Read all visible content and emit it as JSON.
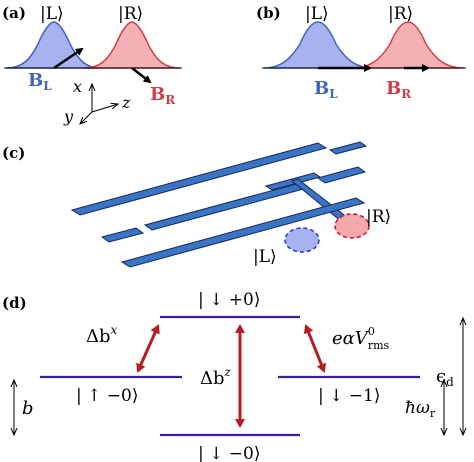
{
  "panels": {
    "a": {
      "label": "(a)",
      "ket_left": "|L⟩",
      "ket_right": "|R⟩",
      "b_left": "B",
      "b_left_sub": "L",
      "b_right": "B",
      "b_right_sub": "R",
      "axis_x": "x",
      "axis_y": "y",
      "axis_z": "z"
    },
    "b": {
      "label": "(b)",
      "ket_left": "|L⟩",
      "ket_right": "|R⟩",
      "b_left": "B",
      "b_left_sub": "L",
      "b_right": "B",
      "b_right_sub": "R"
    },
    "c": {
      "label": "(c)",
      "ket_left": "|L⟩",
      "ket_right": "|R⟩"
    },
    "d": {
      "label": "(d)",
      "top_state": "| ↓ +0⟩",
      "left_state": "| ↑ −0⟩",
      "right_state": "| ↓ −1⟩",
      "bottom_state": "| ↓ −0⟩",
      "delta_bx": "Δb",
      "delta_bx_sup": "x",
      "delta_bz": "Δb",
      "delta_bz_sup": "z",
      "coupling_main": "eαV",
      "coupling_sup": "0",
      "coupling_sub": "rms",
      "b_label": "b",
      "eps_label": "ϵ",
      "eps_sub": "d",
      "hbar_label": "ħω",
      "hbar_sub": "r"
    }
  },
  "colors": {
    "blue": "#3f66b8",
    "blue_fill": "#a9b2f0",
    "red": "#cf4048",
    "red_fill": "#f3a8ad",
    "gate": "#3a74c4",
    "level": "#3b1fa0",
    "arrow_red": "#b41c24"
  }
}
